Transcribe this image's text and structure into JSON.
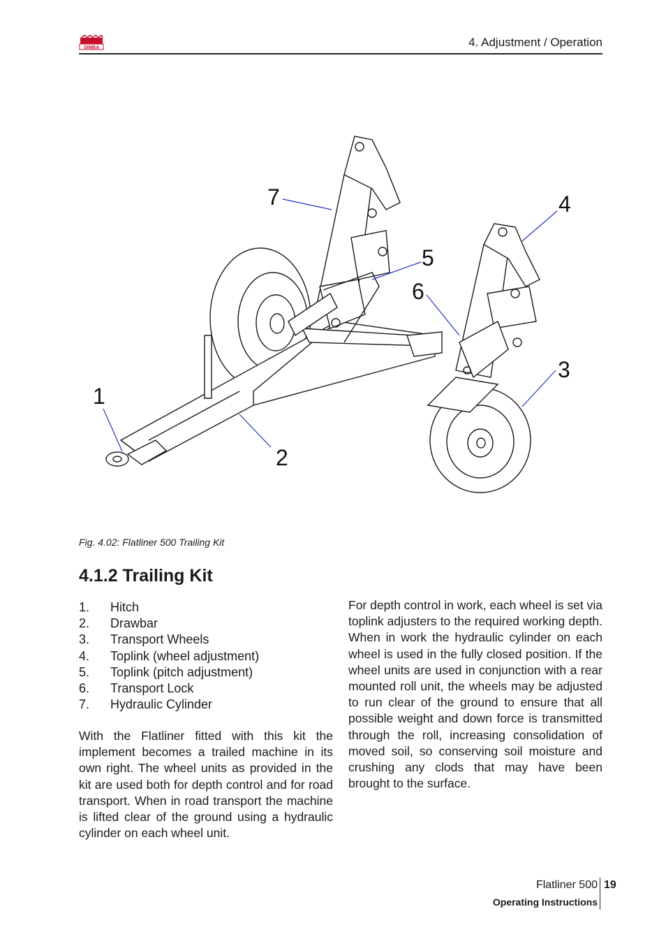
{
  "header": {
    "logo_text": "SIMBA",
    "section": "4. Adjustment / Operation"
  },
  "colors": {
    "logo_red": "#c8102e",
    "leader_blue": "#2233cc",
    "ink": "#1a1a1a"
  },
  "figure": {
    "callouts": [
      "1",
      "2",
      "3",
      "4",
      "5",
      "6",
      "7"
    ],
    "caption": "Fig. 4.02: Flatliner 500 Trailing Kit"
  },
  "section": {
    "title": "4.1.2 Trailing Kit",
    "items": [
      {
        "num": "1.",
        "label": "Hitch"
      },
      {
        "num": "2.",
        "label": "Drawbar"
      },
      {
        "num": "3.",
        "label": "Transport Wheels"
      },
      {
        "num": "4.",
        "label": "Toplink (wheel adjustment)"
      },
      {
        "num": "5.",
        "label": "Toplink (pitch adjustment)"
      },
      {
        "num": "6.",
        "label": "Transport Lock"
      },
      {
        "num": "7.",
        "label": "Hydraulic Cylinder"
      }
    ],
    "para_left": "With the Flatliner fitted with this kit the implement becomes a trailed machine in its own right. The wheel units as provided in the kit are used both for depth control and for road transport. When in road transport the machine is lifted clear of the ground using a hydraulic cylinder on each wheel unit.",
    "para_right": "For depth control in work, each wheel is set via toplink adjusters to the required working depth. When in work the hydraulic cylinder on each wheel is used in the fully closed position. If the wheel units are used in conjunction with a rear mounted roll unit, the wheels may be adjusted to run clear of the ground to ensure that all possible weight and down force is transmitted through the roll, increasing consolidation of moved soil, so conserving soil moisture and crushing any clods that may have been brought to the surface."
  },
  "footer": {
    "product": "Flatliner 500",
    "page": "19",
    "subtitle": "Operating Instructions"
  }
}
